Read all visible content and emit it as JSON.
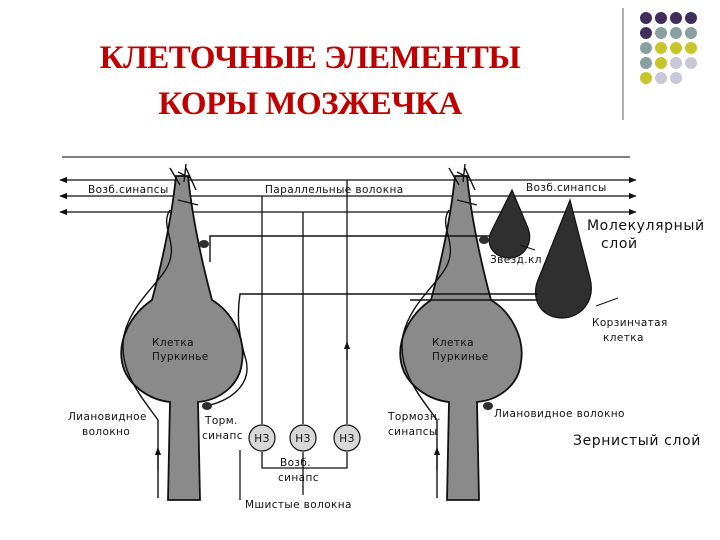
{
  "slide": {
    "title_line1": "КЛЕТОЧНЫЕ ЭЛЕМЕНТЫ",
    "title_line2": "КОРЫ МОЗЖЕЧКА"
  },
  "decor": {
    "dot_colors": [
      [
        "#3f2d5c",
        "#3f2d5c",
        "#3f2d5c",
        "#3f2d5c"
      ],
      [
        "#3f2d5c",
        "#8aa0a0",
        "#8aa0a0",
        "#8aa0a0"
      ],
      [
        "#8aa0a0",
        "#c6c62a",
        "#c6c62a",
        "#c6c62a"
      ],
      [
        "#8aa0a0",
        "#c6c62a",
        "#c8c8d8",
        "#c8c8d8"
      ],
      [
        "#c6c62a",
        "#c8c8d8",
        "#c8c8d8",
        ""
      ]
    ]
  },
  "labels": {
    "exc_synapses_left": "Возб.синапсы",
    "parallel_fibers": "Параллельные волокна",
    "exc_synapses_right": "Возб.синапсы",
    "molecular_layer_1": "Молекулярный",
    "molecular_layer_2": "слой",
    "stellate_cell": "Звезд.кл",
    "basket_cell_1": "Корзинчатая",
    "basket_cell_2": "клетка",
    "purkinje_left_1": "Клетка",
    "purkinje_left_2": "Пуркинье",
    "purkinje_right_1": "Клетка",
    "purkinje_right_2": "Пуркинье",
    "climbing_fiber_left_1": "Лиановидное",
    "climbing_fiber_left_2": "волокно",
    "inh_synapse_1": "Торм.",
    "inh_synapse_2": "синапс",
    "inh_synapses_1": "Тормозн.",
    "inh_synapses_2": "синапсы",
    "climbing_fiber_right": "Лиановидное волокно",
    "granular_layer": "Зернистый слой",
    "granule_1": "НЗ",
    "granule_2": "НЗ",
    "granule_3": "НЗ",
    "exc_synapse_1": "Возб.",
    "exc_synapse_2": "синапс",
    "mossy_fibers": "Мшистые волокна"
  },
  "colors": {
    "purkinje_fill": "#8a8a8a",
    "dark_cell_fill": "#2f2f2f",
    "granule_fill": "#d8d8d8"
  }
}
